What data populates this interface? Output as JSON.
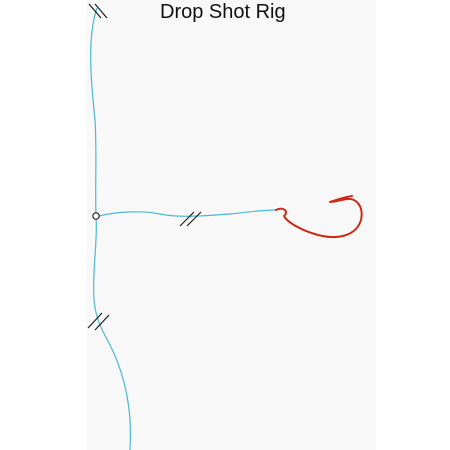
{
  "title": "Drop Shot Rig",
  "colors": {
    "line": "#4bb8d4",
    "hook": "#cc2a14",
    "break_mark": "#111111",
    "swivel": "#222222",
    "panel": "#f8f8f8"
  },
  "parts": [
    {
      "name": "main-line",
      "icon": "fishing-line"
    },
    {
      "name": "dropper-line",
      "icon": "fishing-line"
    },
    {
      "name": "swivel-ring",
      "icon": "ring-icon"
    },
    {
      "name": "hook",
      "icon": "hook-icon"
    }
  ]
}
